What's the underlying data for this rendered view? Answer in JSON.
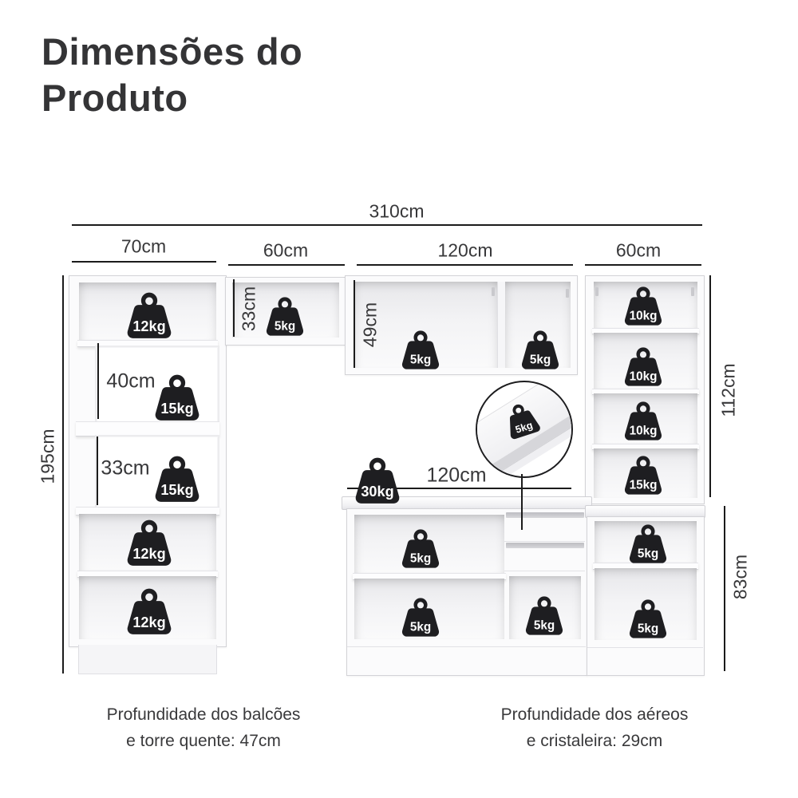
{
  "title": {
    "line1": "Dimensões do",
    "line2": "Produto"
  },
  "dims": {
    "total_width": "310cm",
    "tower_width": "70cm",
    "upper60_width": "60cm",
    "upper120_width": "120cm",
    "hutch_width": "60cm",
    "tower_height": "195cm",
    "tower_section_40": "40cm",
    "tower_section_33": "33cm",
    "upper60_height": "33cm",
    "upper120_height": "49cm",
    "hutch_height": "112cm",
    "base_height": "83cm",
    "counter_width": "120cm"
  },
  "weights": [
    {
      "label": "12kg",
      "location": "tower-top-compartment"
    },
    {
      "label": "15kg",
      "location": "tower-second-compartment"
    },
    {
      "label": "15kg",
      "location": "tower-third-compartment"
    },
    {
      "label": "12kg",
      "location": "tower-fourth-compartment"
    },
    {
      "label": "12kg",
      "location": "tower-bottom-compartment"
    },
    {
      "label": "5kg",
      "location": "upper-cabinet-60"
    },
    {
      "label": "5kg",
      "location": "upper-cabinet-120-left"
    },
    {
      "label": "5kg",
      "location": "upper-cabinet-120-right"
    },
    {
      "label": "10kg",
      "location": "hutch-shelf-1"
    },
    {
      "label": "10kg",
      "location": "hutch-shelf-2"
    },
    {
      "label": "10kg",
      "location": "hutch-shelf-3"
    },
    {
      "label": "15kg",
      "location": "hutch-bottom"
    },
    {
      "label": "30kg",
      "location": "countertop"
    },
    {
      "label": "5kg",
      "location": "counter-shelf-top"
    },
    {
      "label": "5kg",
      "location": "counter-shelf-bottom"
    },
    {
      "label": "5kg",
      "location": "counter-below-drawers"
    },
    {
      "label": "5kg",
      "location": "base-right-shelf-top"
    },
    {
      "label": "5kg",
      "location": "base-right-shelf-bottom"
    },
    {
      "label": "5kg",
      "location": "drawer-detail-inset"
    }
  ],
  "captions": {
    "left": {
      "line1": "Profundidade dos balcões",
      "line2": "e torre quente: 47cm"
    },
    "right": {
      "line1": "Profundidade dos aéreos",
      "line2": "e cristaleira: 29cm"
    }
  },
  "colors": {
    "ink": "#343436",
    "dimension_line": "#1b1b1b",
    "label_text": "#38383a",
    "weight_fill": "#1e1e21",
    "cabinet_edge": "#d3d3d7"
  }
}
